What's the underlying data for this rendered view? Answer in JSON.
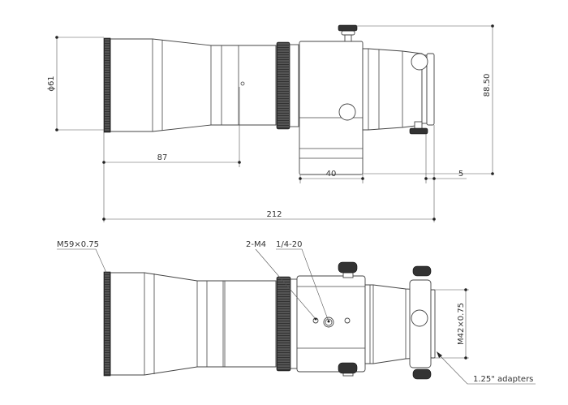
{
  "top_view": {
    "diameter_label": "ϕ61",
    "height_label": "88.50",
    "dim_87": "87",
    "dim_40": "40",
    "dim_5": "5",
    "dim_212": "212"
  },
  "bottom_view": {
    "front_thread_label": "M59×0.75",
    "screw_holes_label": "2-M4",
    "tripod_thread_label": "1/4-20",
    "rear_thread_label": "M42×0.75",
    "adapters_label": "1.25\" adapters"
  }
}
